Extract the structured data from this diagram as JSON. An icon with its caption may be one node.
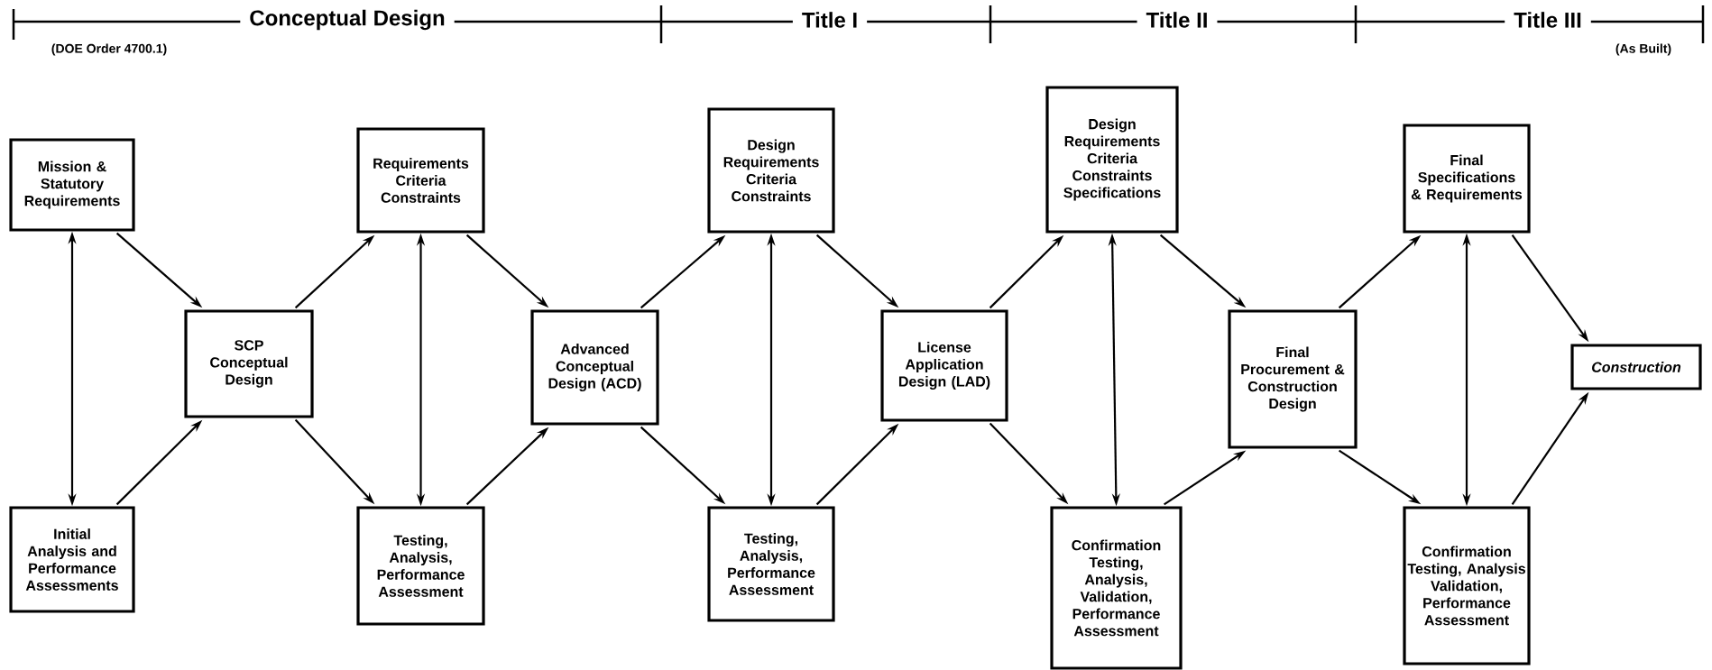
{
  "diagram": {
    "nodes": [
      {
        "text": [
          "Mission & Statutory Requirements"
        ]
      },
      {
        "text": [
          "Initial Analysis and Performance Assessments"
        ]
      },
      {
        "text": [
          "SCP Conceptual Design"
        ]
      },
      {
        "text": [
          "Requirements Criteria Constraints"
        ]
      },
      {
        "text": [
          "Testing, Analysis, Performance Assessment"
        ]
      },
      {
        "text": [
          "Advanced Conceptual Design (ACD)"
        ]
      },
      {
        "text": [
          "Design Requirements Criteria Constraints"
        ]
      },
      {
        "text": [
          "Testing, Analysis, Performance Assessment"
        ]
      },
      {
        "text": [
          "License Application Design (LAD)"
        ]
      },
      {
        "text": [
          "Design Requirements Criteria Constraints Specifications"
        ]
      },
      {
        "text": [
          "Confirmation Testing, Analysis, Validation, Performance Assessment"
        ]
      },
      {
        "text": [
          "Final Procurement & Construction Design"
        ]
      },
      {
        "text": [
          "Final Specifications & Requirements"
        ]
      },
      {
        "text": [
          "Confirmation Testing, Analysis Validation, Performance Assessment"
        ]
      },
      {
        "text": [
          "Construction"
        ]
      }
    ],
    "edges": [
      {
        "from": 0,
        "to": 1,
        "arrow": "both"
      },
      {
        "from": 0,
        "to": 2,
        "arrow": "to"
      },
      {
        "from": 1,
        "to": 2,
        "arrow": "to"
      },
      {
        "from": 2,
        "to": 3,
        "arrow": "to"
      },
      {
        "from": 2,
        "to": 4,
        "arrow": "to"
      },
      {
        "from": 3,
        "to": 4,
        "arrow": "both"
      },
      {
        "from": 3,
        "to": 5,
        "arrow": "to"
      },
      {
        "from": 4,
        "to": 5,
        "arrow": "to"
      },
      {
        "from": 5,
        "to": 6,
        "arrow": "to"
      },
      {
        "from": 5,
        "to": 7,
        "arrow": "to"
      },
      {
        "from": 6,
        "to": 7,
        "arrow": "both"
      },
      {
        "from": 6,
        "to": 8,
        "arrow": "to"
      },
      {
        "from": 7,
        "to": 8,
        "arrow": "to"
      },
      {
        "from": 8,
        "to": 9,
        "arrow": "to"
      },
      {
        "from": 8,
        "to": 10,
        "arrow": "to"
      },
      {
        "from": 9,
        "to": 10,
        "arrow": "both"
      },
      {
        "from": 9,
        "to": 11,
        "arrow": "to"
      },
      {
        "from": 10,
        "to": 11,
        "arrow": "to"
      },
      {
        "from": 11,
        "to": 12,
        "arrow": "to"
      },
      {
        "from": 11,
        "to": 13,
        "arrow": "to"
      },
      {
        "from": 12,
        "to": 13,
        "arrow": "both"
      },
      {
        "from": 12,
        "to": 14,
        "arrow": "to"
      },
      {
        "from": 13,
        "to": 14,
        "arrow": "to"
      }
    ],
    "labels": [
      "Conceptual Design",
      "Title I",
      "Title II",
      "Title III",
      "(DOE Order 4700.1)",
      "(As Built)"
    ]
  }
}
